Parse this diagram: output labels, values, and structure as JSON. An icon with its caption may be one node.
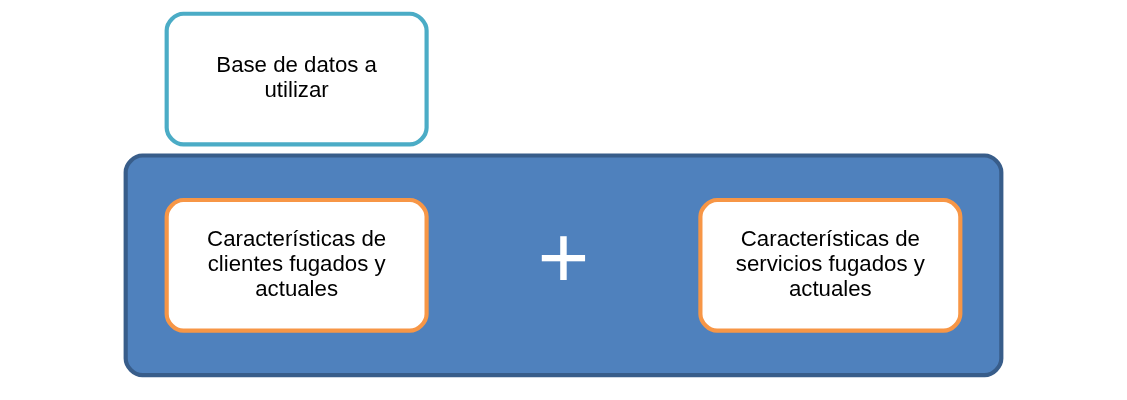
{
  "diagram": {
    "nodes": [
      {
        "text": [
          "Base de datos a utilizar"
        ]
      },
      {
        "text": [],
        "shape": "box"
      },
      {
        "text": [
          "Características de servicios fugados y actuales"
        ],
        "in": 1
      },
      {
        "text": [
          "Características de clientes fugados y actuales"
        ],
        "in": 1
      }
    ],
    "labels": [
      "+"
    ]
  }
}
